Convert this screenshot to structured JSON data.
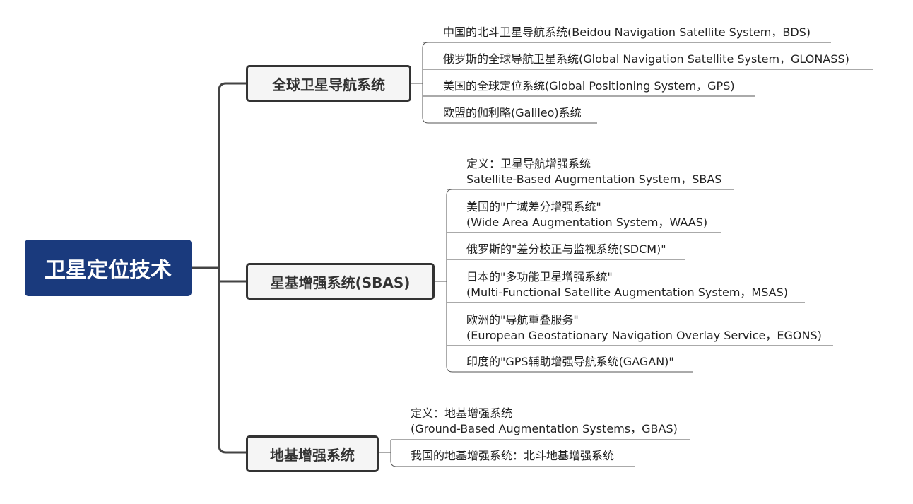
{
  "root": {
    "label": "卫星定位技术"
  },
  "branches": [
    {
      "label": "全球卫星导航系统",
      "items": [
        {
          "lines": [
            "中国的北斗卫星导航系统(Beidou Navigation Satellite System，BDS)"
          ]
        },
        {
          "lines": [
            "俄罗斯的全球导航卫星系统(Global Navigation Satellite System，GLONASS)"
          ]
        },
        {
          "lines": [
            "美国的全球定位系统(Global Positioning System，GPS)"
          ]
        },
        {
          "lines": [
            "欧盟的伽利略(Galileo)系统"
          ]
        }
      ]
    },
    {
      "label": "星基增强系统(SBAS)",
      "items": [
        {
          "lines": [
            "定义：卫星导航增强系统",
            "Satellite-Based Augmentation System，SBAS"
          ]
        },
        {
          "lines": [
            "美国的\"广域差分增强系统\"",
            "(Wide Area Augmentation System，WAAS)"
          ]
        },
        {
          "lines": [
            "俄罗斯的\"差分校正与监视系统(SDCM)\""
          ]
        },
        {
          "lines": [
            "日本的\"多功能卫星增强系统\"",
            "(Multi-Functional Satellite Augmentation System，MSAS)"
          ]
        },
        {
          "lines": [
            "欧洲的\"导航重叠服务\"",
            "(European Geostationary Navigation Overlay Service，EGONS)"
          ]
        },
        {
          "lines": [
            "印度的\"GPS辅助增强导航系统(GAGAN)\""
          ]
        }
      ]
    },
    {
      "label": "地基增强系统",
      "items": [
        {
          "lines": [
            "定义：地基增强系统",
            "(Ground-Based Augmentation Systems，GBAS)"
          ]
        },
        {
          "lines": [
            "我国的地基增强系统：北斗地基增强系统"
          ]
        }
      ]
    }
  ]
}
